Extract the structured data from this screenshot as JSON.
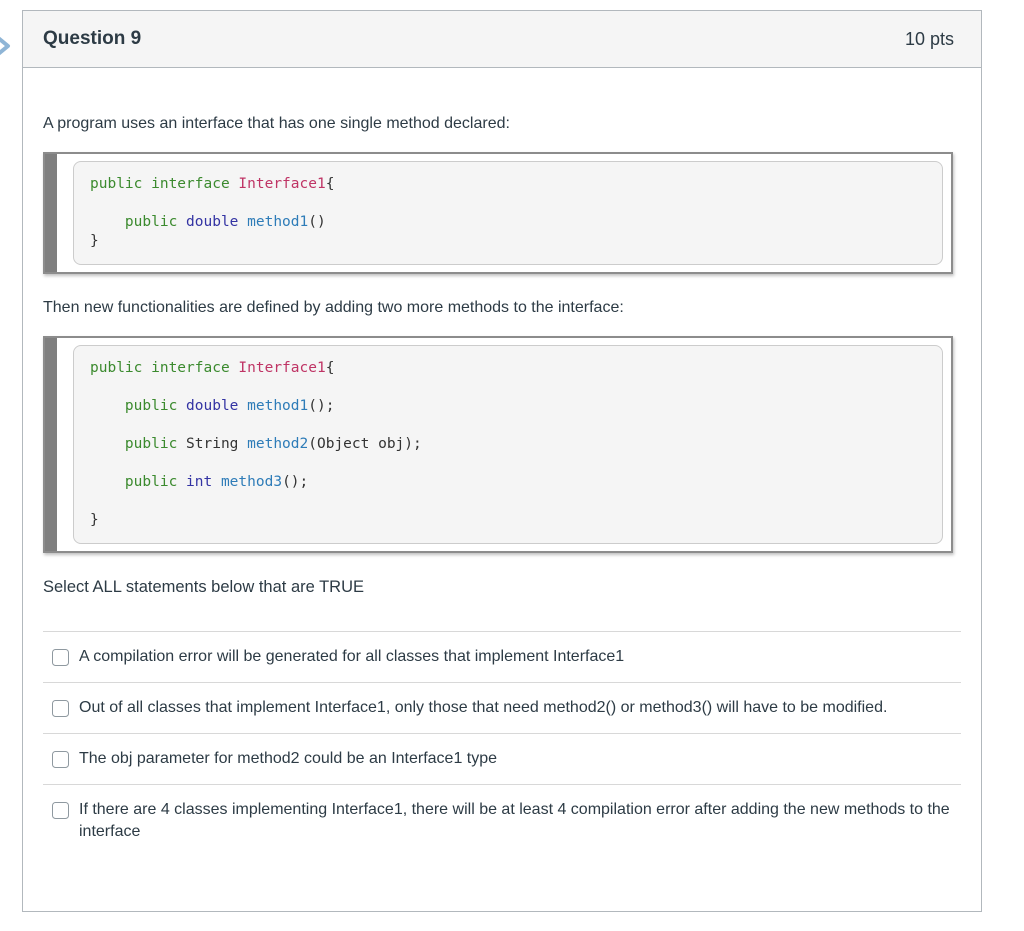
{
  "header": {
    "title": "Question 9",
    "points": "10 pts"
  },
  "question": {
    "intro1": "A program uses an interface that has one single method declared:",
    "intro2": "Then new functionalities are defined by adding two more methods to the interface:",
    "select_prompt": "Select ALL statements below that are TRUE"
  },
  "code_blocks": [
    {
      "name": "code-block-1",
      "lines": [
        [
          [
            "k",
            "public interface "
          ],
          [
            "t",
            "Interface1"
          ],
          [
            "d",
            "{"
          ]
        ],
        [],
        [
          [
            "d",
            "    "
          ],
          [
            "k",
            "public "
          ],
          [
            "p",
            "double "
          ],
          [
            "f",
            "method1"
          ],
          [
            "d",
            "()"
          ]
        ],
        [
          [
            "d",
            "}"
          ]
        ]
      ]
    },
    {
      "name": "code-block-2",
      "lines": [
        [
          [
            "k",
            "public interface "
          ],
          [
            "t",
            "Interface1"
          ],
          [
            "d",
            "{"
          ]
        ],
        [],
        [
          [
            "d",
            "    "
          ],
          [
            "k",
            "public "
          ],
          [
            "p",
            "double "
          ],
          [
            "f",
            "method1"
          ],
          [
            "d",
            "();"
          ]
        ],
        [],
        [
          [
            "d",
            "    "
          ],
          [
            "k",
            "public "
          ],
          [
            "d",
            "String "
          ],
          [
            "f",
            "method2"
          ],
          [
            "d",
            "(Object obj);"
          ]
        ],
        [],
        [
          [
            "d",
            "    "
          ],
          [
            "k",
            "public "
          ],
          [
            "p",
            "int "
          ],
          [
            "f",
            "method3"
          ],
          [
            "d",
            "();"
          ]
        ],
        [],
        [
          [
            "d",
            "}"
          ]
        ]
      ]
    }
  ],
  "options": [
    "A compilation error will be generated for all classes that implement Interface1",
    "Out of all classes that implement Interface1, only those that need method2() or method3() will have to be modified.",
    "The obj parameter for method2 could be an Interface1 type",
    "If there are 4 classes implementing Interface1, there will be at least 4 compilation error after adding the new methods to the interface"
  ],
  "colors": {
    "edge_chevron": "#8FB5D6",
    "header_bg": "#F5F5F5",
    "card_border": "#B2B8BD",
    "ink": "#2D3B45",
    "code_box_bg": "#F5F5F5",
    "code_frame_gray": "#8C8C8C",
    "code_keyword_green": "#3B8A2E",
    "code_type_magenta": "#BF3465",
    "code_primitive_blue": "#3333A3",
    "code_method_blue": "#2E7CB8",
    "code_default": "#333333",
    "divider": "#D8D8D8",
    "checkbox_border": "#8F99A0"
  }
}
